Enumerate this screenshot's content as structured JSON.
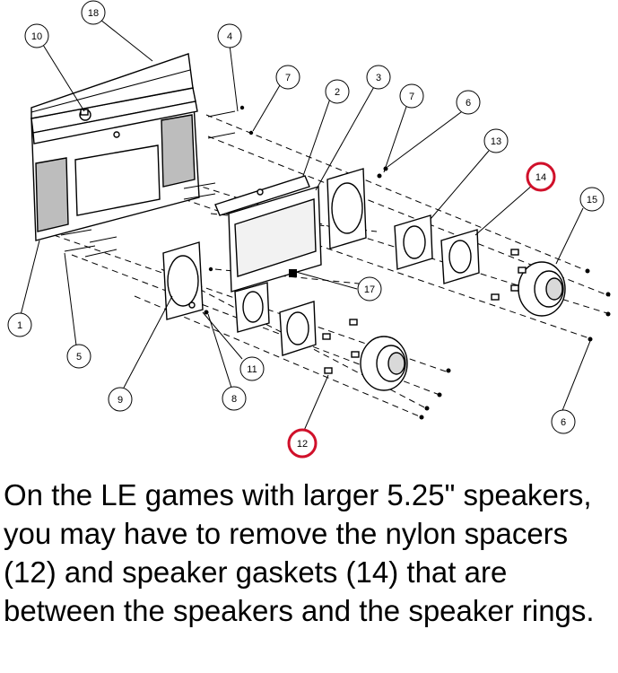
{
  "callouts": [
    {
      "id": "1",
      "label": "1"
    },
    {
      "id": "2",
      "label": "2"
    },
    {
      "id": "3",
      "label": "3"
    },
    {
      "id": "4",
      "label": "4"
    },
    {
      "id": "5",
      "label": "5"
    },
    {
      "id": "6a",
      "label": "6"
    },
    {
      "id": "6b",
      "label": "6"
    },
    {
      "id": "7a",
      "label": "7"
    },
    {
      "id": "7b",
      "label": "7"
    },
    {
      "id": "8",
      "label": "8"
    },
    {
      "id": "9",
      "label": "9"
    },
    {
      "id": "10",
      "label": "10"
    },
    {
      "id": "11",
      "label": "11"
    },
    {
      "id": "12",
      "label": "12",
      "highlight": true
    },
    {
      "id": "13",
      "label": "13"
    },
    {
      "id": "14",
      "label": "14",
      "highlight": true
    },
    {
      "id": "15",
      "label": "15"
    },
    {
      "id": "17",
      "label": "17"
    },
    {
      "id": "18",
      "label": "18"
    }
  ],
  "caption": "On the LE games with larger 5.25\" speakers, you may have to remove the nylon spacers (12) and speaker gaskets (14) that are between the speakers and the speaker rings.",
  "colors": {
    "highlight": "#d0102a",
    "line": "#000000",
    "panel_fill": "#e9e9e9",
    "grille": "#444444"
  }
}
